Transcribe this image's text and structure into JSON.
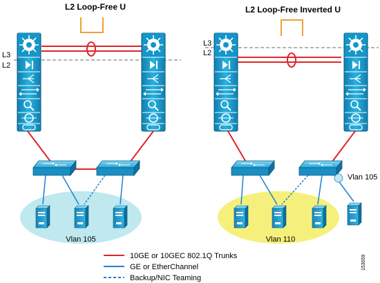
{
  "left": {
    "title": "L2 Loop-Free U",
    "l3_label": "L3",
    "l2_label": "L2",
    "vlan_label": "Vlan 105"
  },
  "right": {
    "title": "L2 Loop-Free Inverted U",
    "l3_label": "L3",
    "l2_label": "L2",
    "vlan_label": "Vlan 110",
    "vlan_side_label": "Vlan 105"
  },
  "legend": {
    "items": [
      {
        "label": "10GE or 10GEC 802.1Q Trunks",
        "color": "#e0242a",
        "style": "solid"
      },
      {
        "label": "GE or EtherChannel",
        "color": "#1f7fd1",
        "style": "solid"
      },
      {
        "label": "Backup/NIC Teaming",
        "color": "#1f7fd1",
        "style": "dashed"
      }
    ]
  },
  "figure_id": "153059",
  "colors": {
    "trunk_red": "#e0242a",
    "ge_blue": "#1f7fd1",
    "device_cyan": "#1aa3d6",
    "vlan_left_fill": "#bfe8ef",
    "vlan_right_fill": "#f5f07c",
    "topology_orange": "#f0a030"
  }
}
